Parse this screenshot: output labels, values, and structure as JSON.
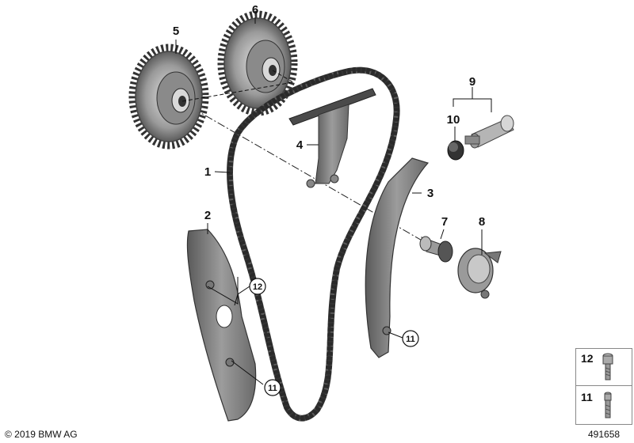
{
  "callouts": {
    "c1": "1",
    "c2": "2",
    "c3": "3",
    "c4": "4",
    "c5": "5",
    "c6": "6",
    "c7": "7",
    "c8": "8",
    "c9": "9",
    "c10": "10"
  },
  "circled": {
    "a": "12",
    "b": "11",
    "c": "11"
  },
  "legend": {
    "item1": "12",
    "item2": "11"
  },
  "footer": {
    "copyright": "© 2019 BMW AG",
    "doc_number": "491658"
  }
}
